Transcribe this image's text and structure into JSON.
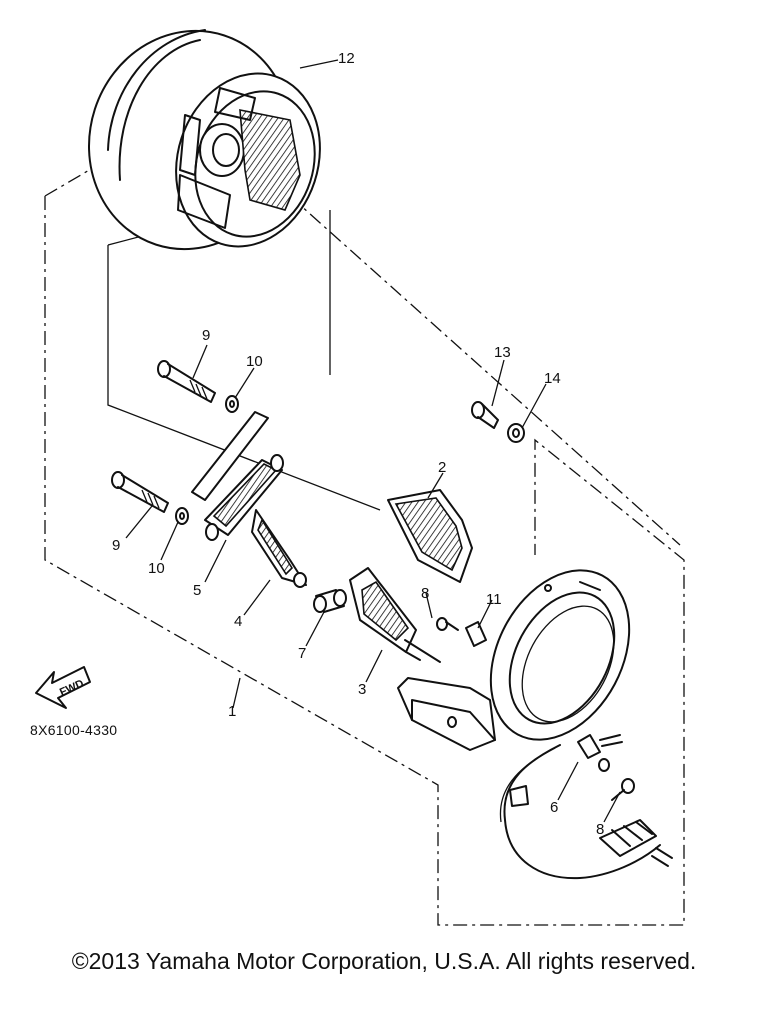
{
  "labels": {
    "p1": "1",
    "p2": "2",
    "p3": "3",
    "p4": "4",
    "p5": "5",
    "p6": "6",
    "p7": "7",
    "p8a": "8",
    "p8b": "8",
    "p9a": "9",
    "p9b": "9",
    "p10a": "10",
    "p10b": "10",
    "p11": "11",
    "p12": "12",
    "p13": "13",
    "p14": "14"
  },
  "fwd_label": "FWD",
  "catalog_code": "8X6100-4330",
  "copyright": "©2013 Yamaha Motor Corporation, U.S.A. All rights reserved."
}
